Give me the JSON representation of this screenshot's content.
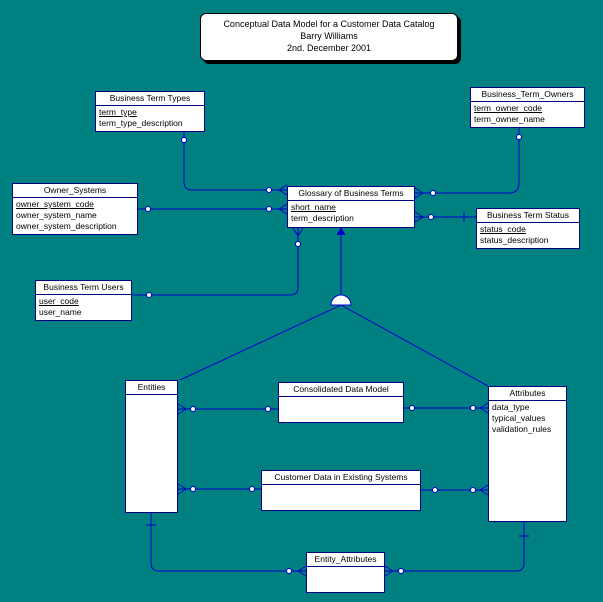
{
  "title_box": {
    "line1": "Conceptual Data Model for a Customer Data Catalog",
    "line2": "Barry Williams",
    "line3": "2nd. December 2001"
  },
  "entities": {
    "business_term_types": {
      "title": "Business Term Types",
      "keys": [
        "term_type"
      ],
      "attrs": [
        "term_type_description"
      ]
    },
    "business_term_owners": {
      "title": "Business_Term_Owners",
      "keys": [
        "term_owner_code"
      ],
      "attrs": [
        "term_owner_name"
      ]
    },
    "owner_systems": {
      "title": "Owner_Systems",
      "keys": [
        "owner_system_code"
      ],
      "attrs": [
        "owner_system_name",
        "owner_system_description"
      ]
    },
    "glossary": {
      "title": "Glossary of Business Terms",
      "keys": [
        "short_name"
      ],
      "attrs": [
        "term_description"
      ]
    },
    "business_term_status": {
      "title": "Business Term Status",
      "keys": [
        "status_code"
      ],
      "attrs": [
        "status_description"
      ]
    },
    "business_term_users": {
      "title": "Business Term Users",
      "keys": [
        "user_code"
      ],
      "attrs": [
        "user_name"
      ]
    },
    "entities": {
      "title": "Entities",
      "keys": [],
      "attrs": []
    },
    "consolidated_data_model": {
      "title": "Consolidated Data Model",
      "keys": [],
      "attrs": []
    },
    "attributes": {
      "title": "Attributes",
      "keys": [],
      "attrs": [
        "data_type",
        "typical_values",
        "validation_rules"
      ]
    },
    "customer_data_existing": {
      "title": "Customer Data in Existing Systems",
      "keys": [],
      "attrs": []
    },
    "entity_attributes": {
      "title": "Entity_Attributes",
      "keys": [],
      "attrs": []
    }
  },
  "colors": {
    "background": "#008080",
    "line": "#0000cc",
    "box_border": "#000080",
    "box_fill": "#ffffff"
  }
}
